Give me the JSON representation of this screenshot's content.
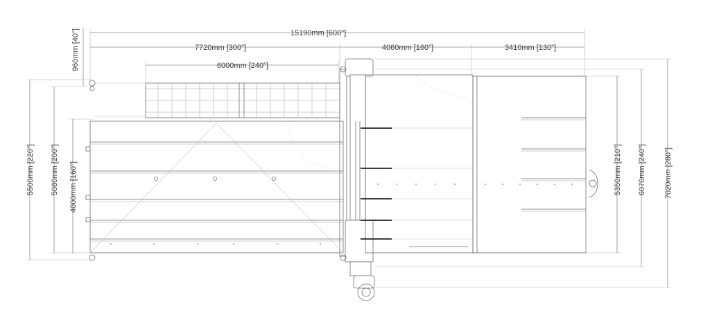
{
  "drawing": {
    "dimensions": {
      "overall_width": "15190mm [600\"]",
      "left_section": "7720mm [300\"]",
      "middle_section": "4060mm [160\"]",
      "right_section": "3410mm [130\"]",
      "loading_table": "6000mm [240\"]",
      "top_offset": "960mm [40\"]",
      "left_outer_height": "5500mm [220\"]",
      "left_mid_height": "5080mm [200\"]",
      "left_inner_height": "4000mm [160\"]",
      "right_inner_height": "5350mm [210\"]",
      "right_mid_height": "6070mm [240\"]",
      "right_outer_height": "7020mm [280\"]"
    },
    "colors": {
      "line": "#6d6d6d",
      "dimension": "#8a8a8a",
      "text": "#3a3a3a",
      "bar": "#222222"
    }
  }
}
